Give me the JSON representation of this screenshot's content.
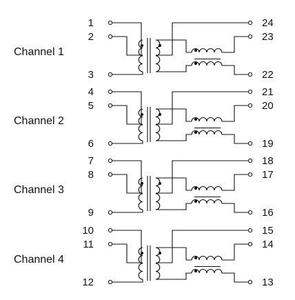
{
  "channels": [
    {
      "label": "Channel 1",
      "left_pins": [
        "1",
        "2",
        "3"
      ],
      "right_pins": [
        "24",
        "23",
        "22"
      ]
    },
    {
      "label": "Channel 2",
      "left_pins": [
        "4",
        "5",
        "6"
      ],
      "right_pins": [
        "21",
        "20",
        "19"
      ]
    },
    {
      "label": "Channel 3",
      "left_pins": [
        "7",
        "8",
        "9"
      ],
      "right_pins": [
        "18",
        "17",
        "16"
      ]
    },
    {
      "label": "Channel 4",
      "left_pins": [
        "10",
        "11",
        "12"
      ],
      "right_pins": [
        "15",
        "14",
        "13"
      ]
    }
  ],
  "colors": {
    "line": "#111111",
    "background": "#ffffff"
  }
}
